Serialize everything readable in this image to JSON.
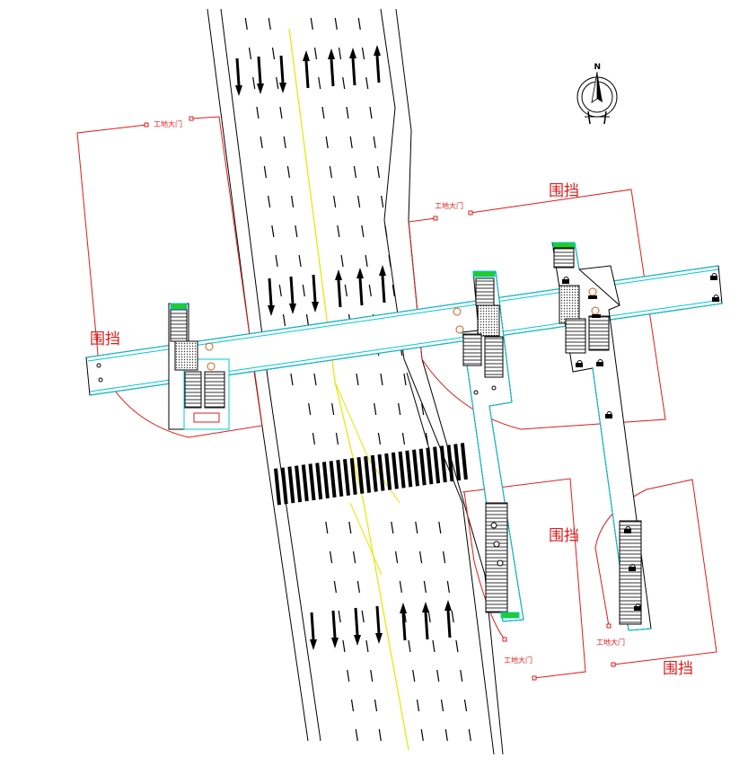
{
  "labels": {
    "hoarding": "围挡",
    "site_gate": "工地大门",
    "north": "N"
  },
  "colors": {
    "hoarding_line": "#e01b1b",
    "structure_outline": "#00c8d8",
    "road_line": "#000000",
    "centerline": "#e6e600",
    "green_cap": "#22cc22",
    "background": "#ffffff"
  },
  "icons": [
    "north-arrow-icon",
    "lane-arrow-up-icon",
    "lane-arrow-down-icon",
    "crosswalk-icon",
    "lock-symbol-icon"
  ]
}
